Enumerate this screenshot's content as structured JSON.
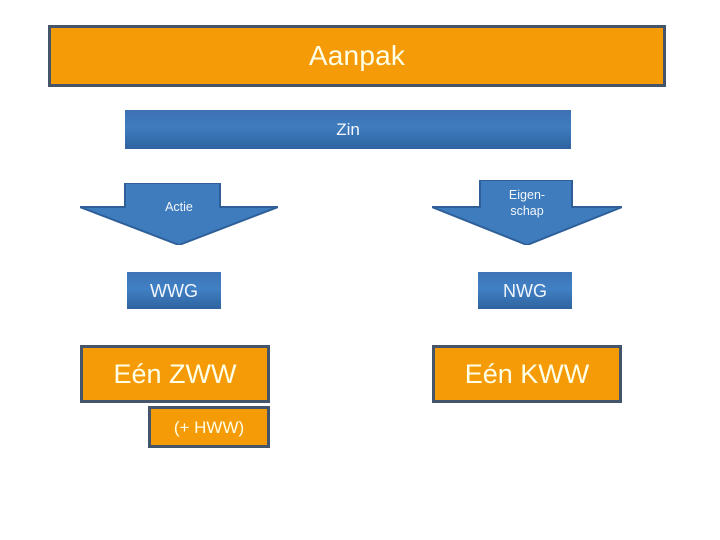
{
  "slide": {
    "title": "Aanpak",
    "background_color": "#ffffff"
  },
  "colors": {
    "orange_fill": "#F59B07",
    "box_border": "#44546A",
    "blue_fill": "#3F7CBE",
    "blue_fill_dark": "#2E639F",
    "light_text": "#FFFFE8"
  },
  "diagram": {
    "root": {
      "label": "Zin",
      "shape": "rectangle",
      "fill": "#3F7CBE"
    },
    "branches": [
      {
        "arrow_label": "Actie",
        "arrow_shape": "down-arrow",
        "node_label": "WWG",
        "result_label": "Eén ZWW",
        "result_sub_label": "(+ HWW)"
      },
      {
        "arrow_label": "Eigen-\nschap",
        "arrow_label_line1": "Eigen-",
        "arrow_label_line2": "schap",
        "arrow_shape": "down-arrow",
        "node_label": "NWG",
        "result_label": "Eén KWW",
        "result_sub_label": null
      }
    ]
  }
}
